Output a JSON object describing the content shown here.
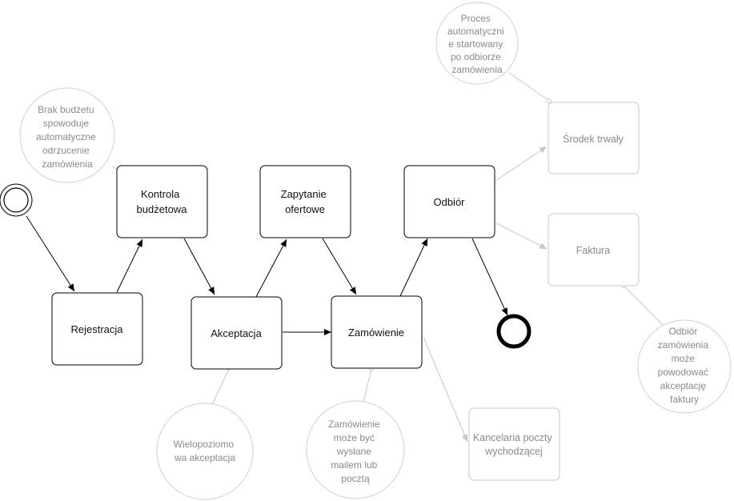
{
  "process": {
    "start_event": "start-event",
    "end_event": "end-event",
    "tasks": {
      "rejestracja": [
        "Rejestracja"
      ],
      "kontrola": [
        "Kontrola",
        "budżetowa"
      ],
      "akceptacja": [
        "Akceptacja"
      ],
      "zapytanie": [
        "Zapytanie",
        "ofertowe"
      ],
      "zamowienie": [
        "Zamówienie"
      ],
      "odbior": [
        "Odbiór"
      ]
    },
    "external": {
      "srodek": [
        "Środek trwały"
      ],
      "faktura": [
        "Faktura"
      ],
      "kancelaria": [
        "Kancelaria poczty",
        "wychodzącej"
      ]
    },
    "notes": {
      "brak_budzetu": [
        "Brak budżetu",
        "spowoduje",
        "automatyczne",
        "odrzucenie",
        "zamówienia"
      ],
      "proces_auto": [
        "Proces",
        "automatyczni",
        "e startowany",
        "po odbiorze",
        "zamówienia"
      ],
      "odbior_faktury": [
        "Odbiór",
        "zamówienia",
        "może",
        "powodować",
        "akceptację",
        "faktury"
      ],
      "wielopoziomowa": [
        "Wielopoziomo",
        "wa akceptacja"
      ],
      "zamowienie_mail": [
        "Zamówienie",
        "może być",
        "wysłane",
        "mailem lub",
        "pocztą"
      ]
    }
  },
  "colors": {
    "main": "#000000",
    "secondary": "#bdbdbd",
    "secondary_text": "#8a8a8a"
  }
}
